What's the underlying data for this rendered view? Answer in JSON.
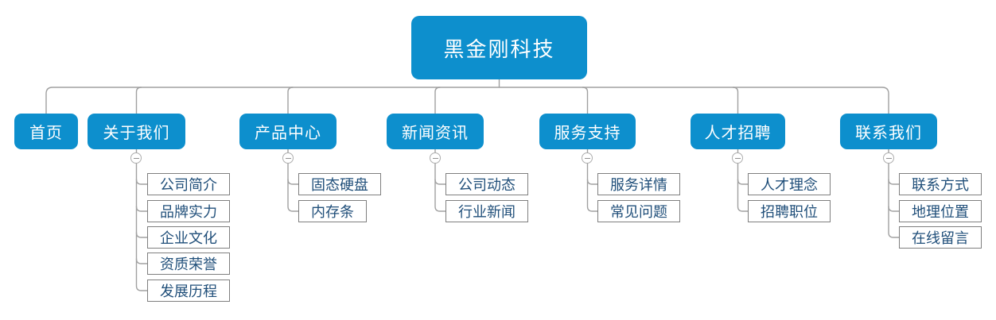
{
  "diagram": {
    "title": "sitemap-mindmap",
    "colors": {
      "node_fill": "#0d8fcd",
      "node_text": "#ffffff",
      "leaf_text": "#1f4e79",
      "leaf_border": "#7f7f7f",
      "connector_line": "#a0a0a0"
    },
    "icons": {
      "collapse": "minus-circle"
    },
    "root": {
      "label": "黑金刚科技"
    },
    "branches": [
      {
        "label": "首页",
        "children": []
      },
      {
        "label": "关于我们",
        "collapse_glyph": "−",
        "children": [
          {
            "label": "公司简介"
          },
          {
            "label": "品牌实力"
          },
          {
            "label": "企业文化"
          },
          {
            "label": "资质荣誉"
          },
          {
            "label": "发展历程"
          }
        ]
      },
      {
        "label": "产品中心",
        "collapse_glyph": "−",
        "children": [
          {
            "label": "固态硬盘"
          },
          {
            "label": "内存条"
          }
        ]
      },
      {
        "label": "新闻资讯",
        "collapse_glyph": "−",
        "children": [
          {
            "label": "公司动态"
          },
          {
            "label": "行业新闻"
          }
        ]
      },
      {
        "label": "服务支持",
        "collapse_glyph": "−",
        "children": [
          {
            "label": "服务详情"
          },
          {
            "label": "常见问题"
          }
        ]
      },
      {
        "label": "人才招聘",
        "collapse_glyph": "−",
        "children": [
          {
            "label": "人才理念"
          },
          {
            "label": "招聘职位"
          }
        ]
      },
      {
        "label": "联系我们",
        "collapse_glyph": "−",
        "children": [
          {
            "label": "联系方式"
          },
          {
            "label": "地理位置"
          },
          {
            "label": "在线留言"
          }
        ]
      }
    ]
  }
}
